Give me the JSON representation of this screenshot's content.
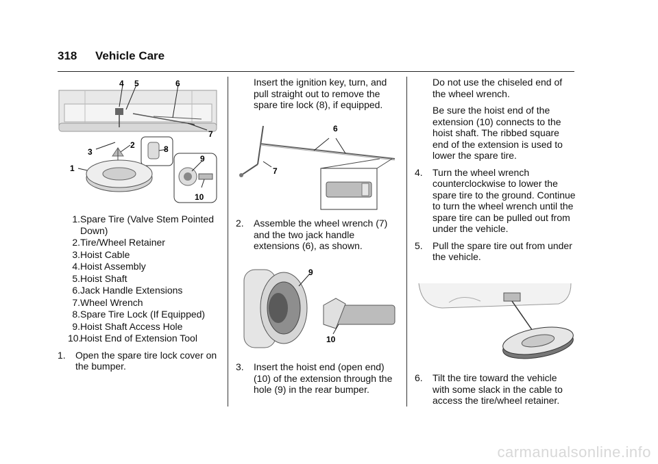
{
  "header": {
    "page_number": "318",
    "section_title": "Vehicle Care"
  },
  "figure1": {
    "callouts": [
      "1",
      "2",
      "3",
      "4",
      "5",
      "6",
      "7",
      "8",
      "9",
      "10"
    ]
  },
  "legend": [
    {
      "num": "1.",
      "text": "Spare Tire (Valve Stem Pointed Down)"
    },
    {
      "num": "2.",
      "text": "Tire/Wheel Retainer"
    },
    {
      "num": "3.",
      "text": "Hoist Cable"
    },
    {
      "num": "4.",
      "text": "Hoist Assembly"
    },
    {
      "num": "5.",
      "text": "Hoist Shaft"
    },
    {
      "num": "6.",
      "text": "Jack Handle Extensions"
    },
    {
      "num": "7.",
      "text": "Wheel Wrench"
    },
    {
      "num": "8.",
      "text": "Spare Tire Lock (If Equipped)"
    },
    {
      "num": "9.",
      "text": "Hoist Shaft Access Hole"
    },
    {
      "num": "10.",
      "text": "Hoist End of Extension Tool"
    }
  ],
  "col1_step1": {
    "num": "1.",
    "text": "Open the spare tire lock cover on the bumper."
  },
  "col2_intro": "Insert the ignition key, turn, and pull straight out to remove the spare tire lock (8), if equipped.",
  "figure2": {
    "callouts": [
      "6",
      "7"
    ]
  },
  "col2_step2": {
    "num": "2.",
    "text": "Assemble the wheel wrench (7) and the two jack handle extensions (6), as shown."
  },
  "figure3": {
    "callouts": [
      "9",
      "10"
    ]
  },
  "col2_step3": {
    "num": "3.",
    "text": "Insert the hoist end (open end) (10) of the extension through the hole (9) in the rear bumper."
  },
  "col3_p1": "Do not use the chiseled end of the wheel wrench.",
  "col3_p2": "Be sure the hoist end of the extension (10) connects to the hoist shaft. The ribbed square end of the extension is used to lower the spare tire.",
  "col3_step4": {
    "num": "4.",
    "text": "Turn the wheel wrench counterclockwise to lower the spare tire to the ground. Continue to turn the wheel wrench until the spare tire can be pulled out from under the vehicle."
  },
  "col3_step5": {
    "num": "5.",
    "text": "Pull the spare tire out from under the vehicle."
  },
  "col3_step6": {
    "num": "6.",
    "text": "Tilt the tire toward the vehicle with some slack in the cable to access the tire/wheel retainer."
  },
  "watermark": "carmanualsonline.info"
}
